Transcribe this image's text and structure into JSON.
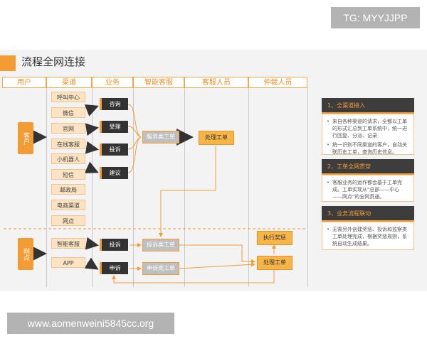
{
  "watermarks": {
    "top": "TG: MYYJJPP",
    "bottom": "www.aomenweini5845cc.org"
  },
  "title": "流程全网连接",
  "headers": [
    "用户",
    "渠道",
    "业务",
    "智能客服",
    "客服人员",
    "仲裁人员"
  ],
  "user_groups": {
    "customer": "客户",
    "outlet": "网点"
  },
  "channels_customer": [
    "呼叫中心",
    "微信",
    "官网",
    "在线客服",
    "小机器人",
    "短信",
    "邮政局",
    "电商渠道",
    "网点"
  ],
  "channels_outlet": [
    "智能客服",
    "APP"
  ],
  "business_customer": [
    "咨询",
    "受理",
    "投诉",
    "建议"
  ],
  "business_outlet": [
    "投诉",
    "申诉"
  ],
  "smart_service": {
    "service_order": "服务类工单",
    "complaint_order": "投诉类工单",
    "appeal_order": "申诉类工单"
  },
  "agent": {
    "process_order": "处理工单"
  },
  "arbiter": {
    "execute": "执行奖惩",
    "process_order": "处理工单"
  },
  "side_sections": [
    {
      "heading": "1、全渠道接入",
      "bullets": [
        "来自各种渠道的请求，全都以工单的形式汇总到工单系统中，统一进行回复、分派、记录",
        "统一识别不同渠道的客户，自动关联历史工单，查询历史信息。"
      ]
    },
    {
      "heading": "2、工单全网贯穿",
      "bullets": [
        "客服业务的运作都会基于工单完成。工单实现从\"总部——中心——网点\"的全网贯通。"
      ]
    },
    {
      "heading": "3、业务流程联动",
      "bullets": [
        "无需另外创建奖惩、投诉和监察类工单处理完成，根据奖惩规则，系统自动生成结果。"
      ]
    }
  ],
  "colors": {
    "accent": "#f39c34",
    "dark": "#333333",
    "gray": "#bfbfbf",
    "light_orange": "#fbe3c4"
  }
}
